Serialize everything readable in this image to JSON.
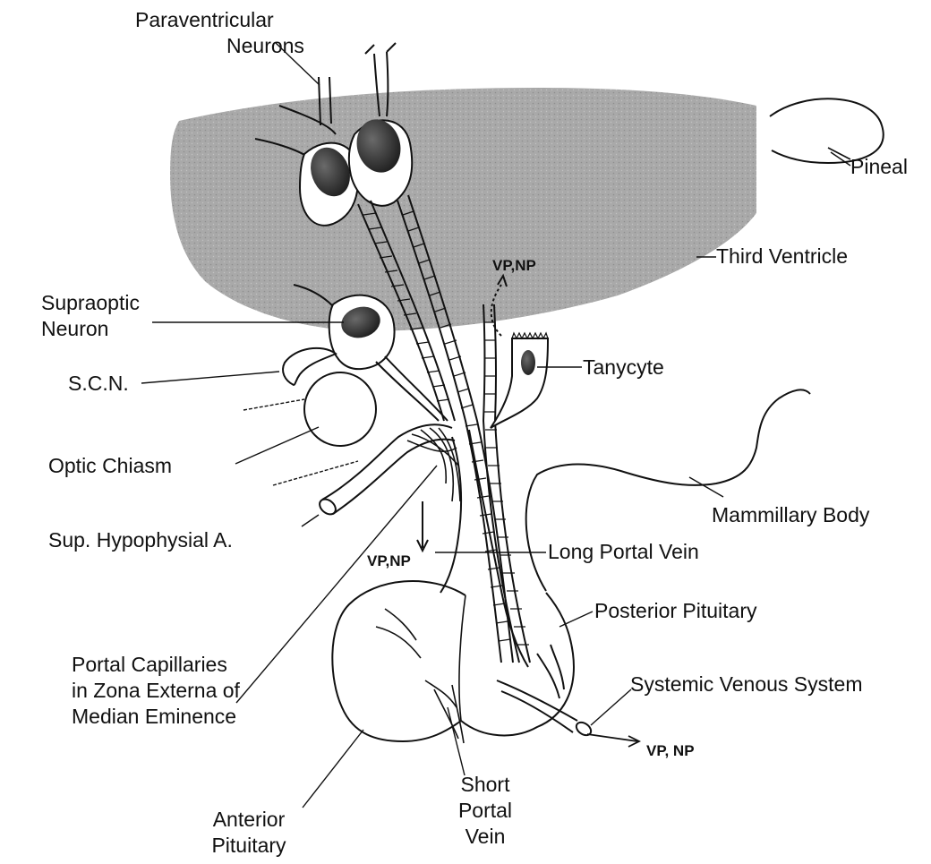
{
  "colors": {
    "ventricle": "#a9a9a9",
    "ink": "#111111",
    "nucleus": "#2b2b2b",
    "paper": "#ffffff"
  },
  "labels": {
    "paraventricular": [
      "Paraventricular",
      "Neurons"
    ],
    "pineal": "Pineal",
    "third_ventricle": "Third Ventricle",
    "supraoptic": [
      "Supraoptic",
      "Neuron"
    ],
    "tanycyte": "Tanycyte",
    "scn": "S.C.N.",
    "optic_chiasm": "Optic Chiasm",
    "mammillary": "Mammillary Body",
    "sup_hypophysial": "Sup. Hypophysial A.",
    "long_portal": "Long Portal Vein",
    "posterior": "Posterior Pituitary",
    "portal_capillaries": [
      "Portal Capillaries",
      "in Zona Externa of",
      "Median Eminence"
    ],
    "systemic": "Systemic Venous System",
    "short_portal": [
      "Short",
      "Portal",
      "Vein"
    ],
    "anterior": [
      "Anterior",
      "Pituitary"
    ]
  },
  "markers": {
    "vp_np_top": "VP,NP",
    "vp_np_mid": "VP,NP",
    "vp_np_out": "VP, NP"
  }
}
